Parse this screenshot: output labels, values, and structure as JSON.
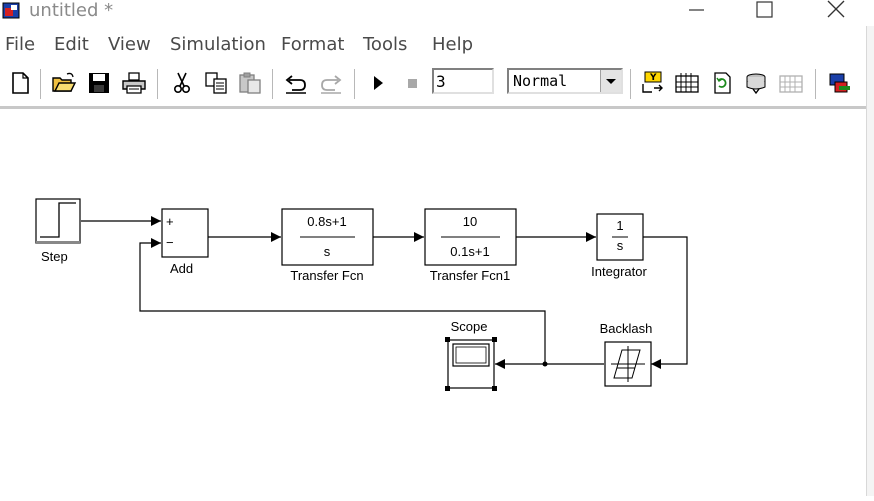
{
  "window": {
    "title": "untitled *"
  },
  "menu": [
    "File",
    "Edit",
    "View",
    "Simulation",
    "Format",
    "Tools",
    "Help"
  ],
  "toolbar": {
    "stop_time": "3",
    "sim_mode": "Normal"
  },
  "blocks": {
    "step": {
      "label": "Step"
    },
    "add": {
      "label": "Add",
      "sign_plus": "+",
      "sign_minus": "−"
    },
    "tf1": {
      "label": "Transfer Fcn",
      "num": "0.8s+1",
      "den": "s"
    },
    "tf2": {
      "label": "Transfer Fcn1",
      "num": "10",
      "den": "0.1s+1"
    },
    "integrator": {
      "label": "Integrator",
      "num": "1",
      "den": "s"
    },
    "backlash": {
      "label": "Backlash"
    },
    "scope": {
      "label": "Scope"
    }
  },
  "colors": {
    "title_text": "#8a8a8a",
    "menu_text": "#4a4a4a",
    "toolbar_separator": "#c8c8c8"
  }
}
